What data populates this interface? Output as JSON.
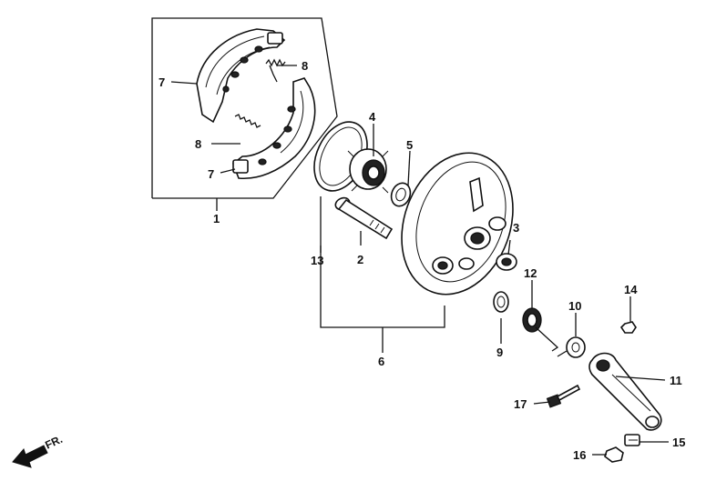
{
  "diagram": {
    "direction_label": "FR.",
    "callouts": [
      {
        "id": "1",
        "text": "1"
      },
      {
        "id": "2",
        "text": "2"
      },
      {
        "id": "3",
        "text": "3"
      },
      {
        "id": "4",
        "text": "4"
      },
      {
        "id": "5",
        "text": "5"
      },
      {
        "id": "6",
        "text": "6"
      },
      {
        "id": "7a",
        "text": "7"
      },
      {
        "id": "7b",
        "text": "7"
      },
      {
        "id": "8a",
        "text": "8"
      },
      {
        "id": "8b",
        "text": "8"
      },
      {
        "id": "9",
        "text": "9"
      },
      {
        "id": "10",
        "text": "10"
      },
      {
        "id": "11",
        "text": "11"
      },
      {
        "id": "12",
        "text": "12"
      },
      {
        "id": "13",
        "text": "13"
      },
      {
        "id": "14",
        "text": "14"
      },
      {
        "id": "15",
        "text": "15"
      },
      {
        "id": "16",
        "text": "16"
      },
      {
        "id": "17",
        "text": "17"
      }
    ]
  }
}
